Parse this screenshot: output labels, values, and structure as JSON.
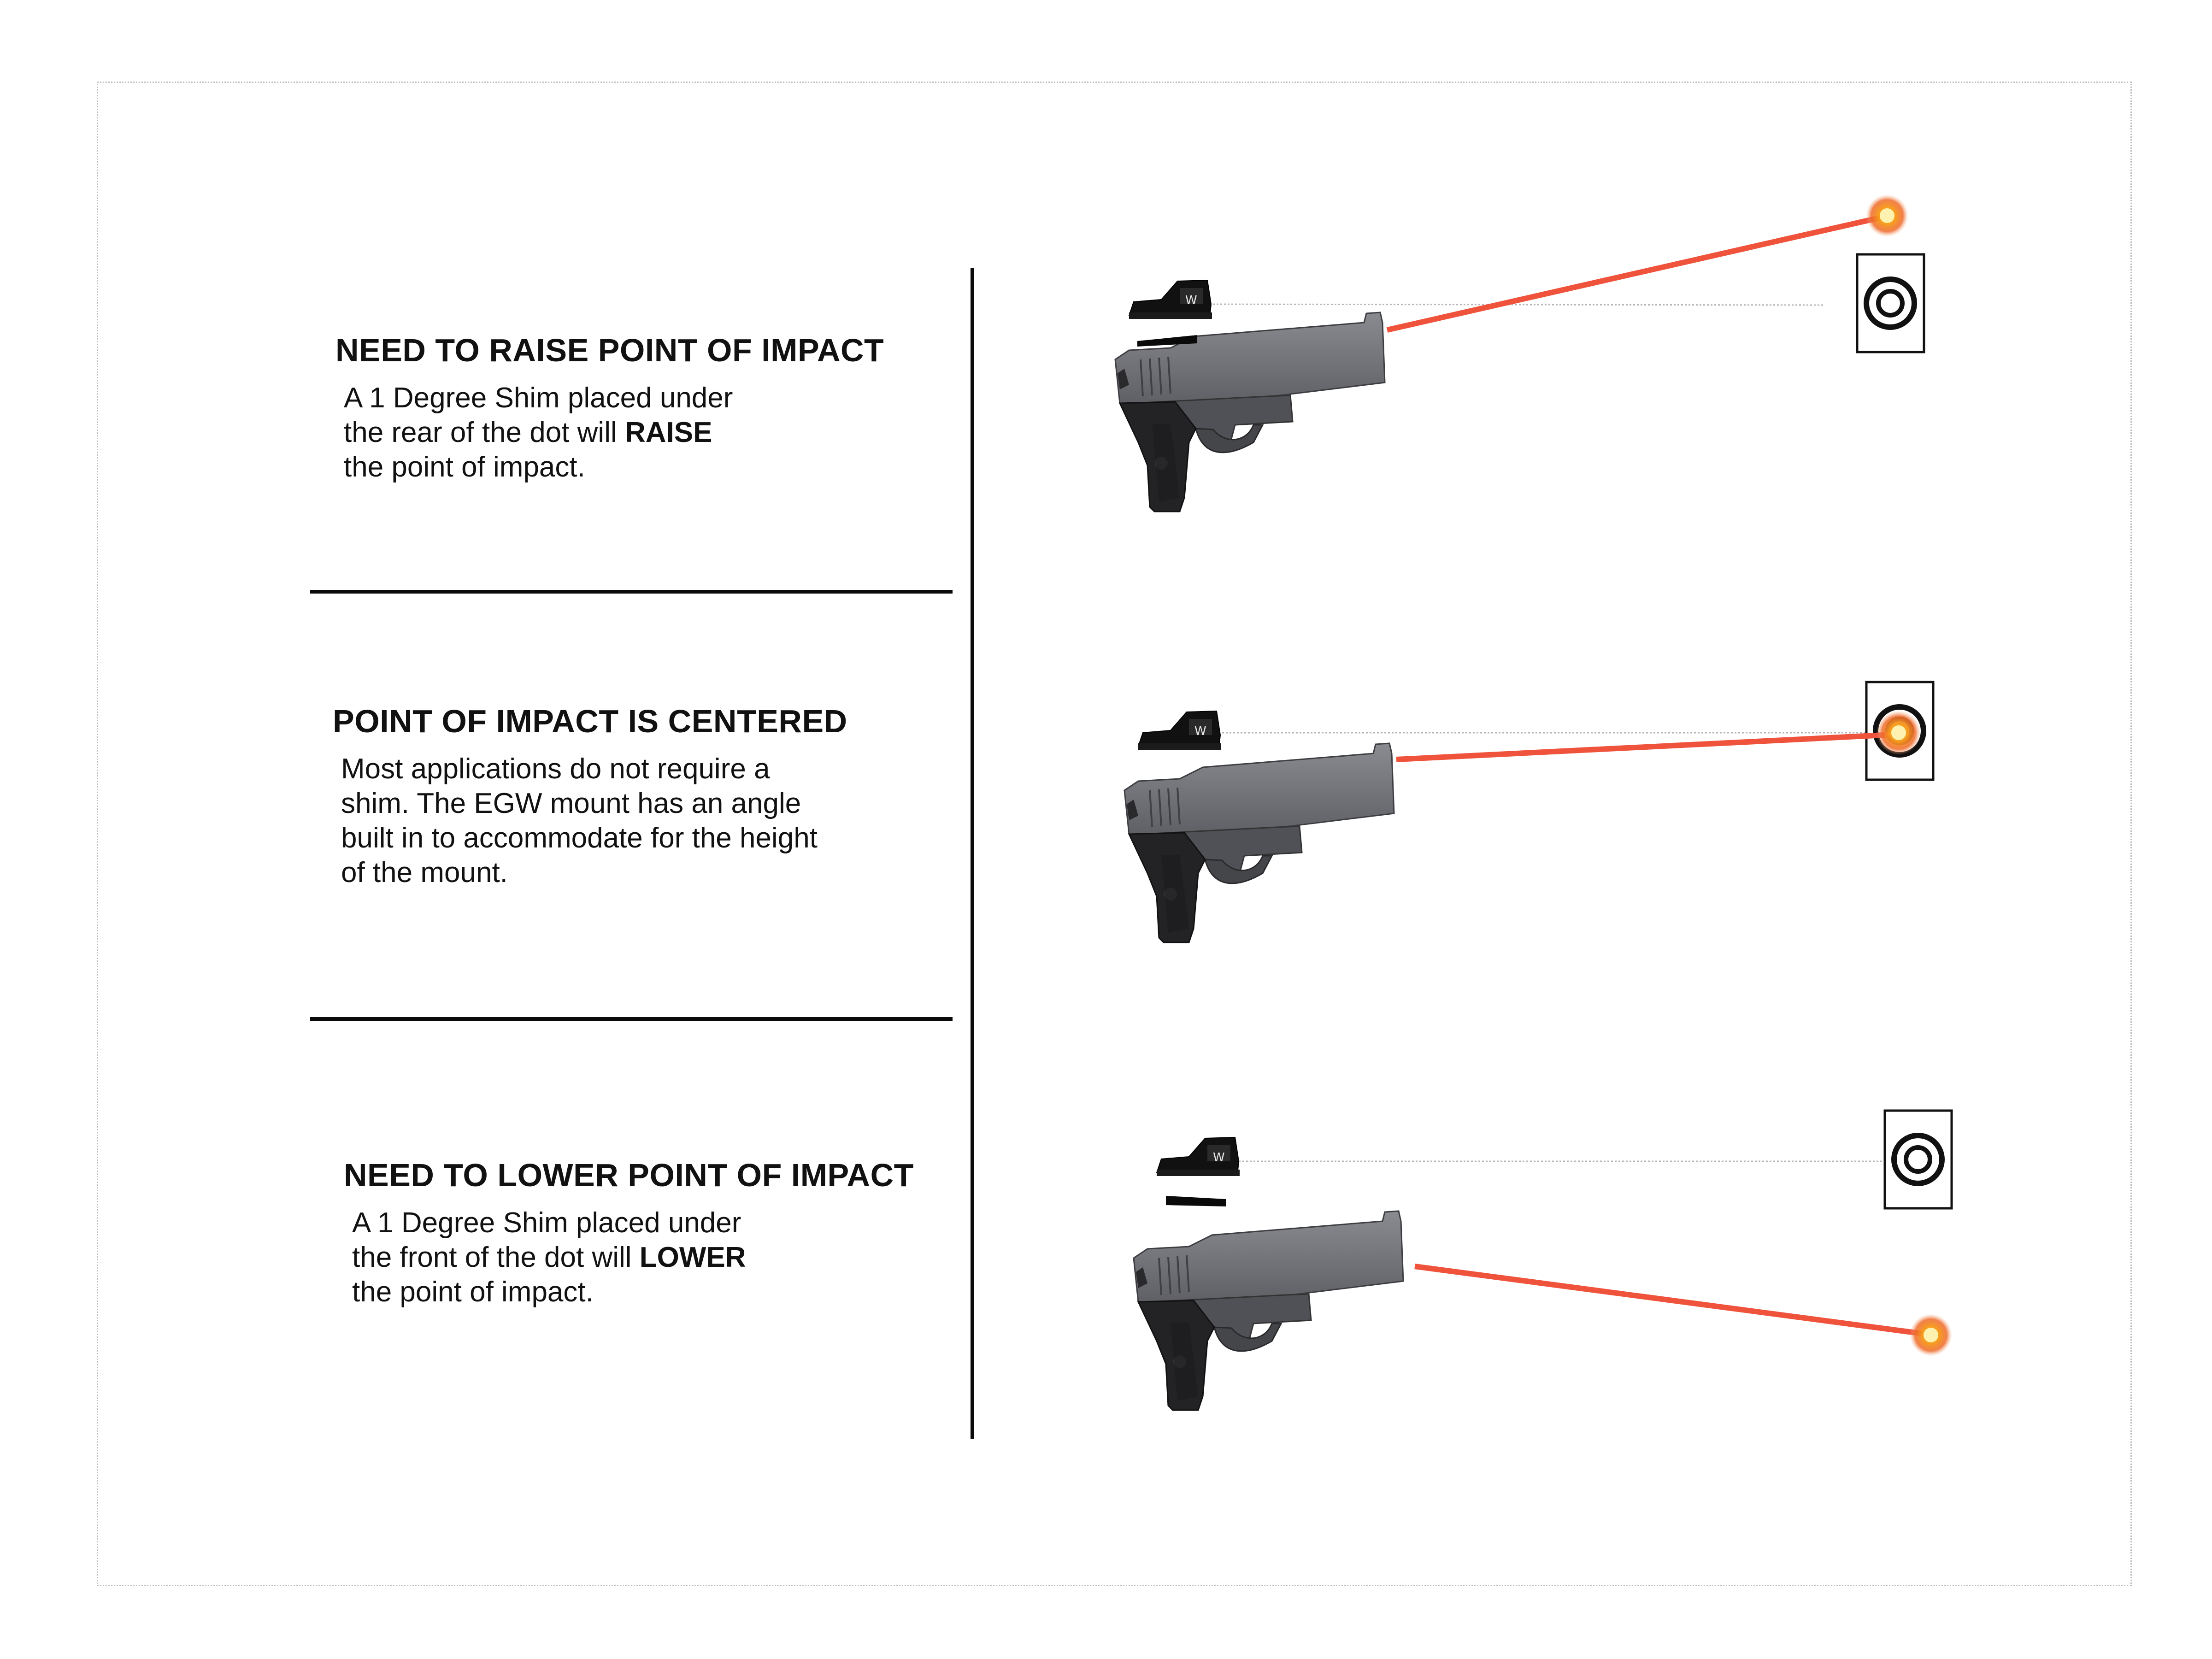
{
  "sections": [
    {
      "title": "NEED TO RAISE POINT OF IMPACT",
      "line1": "A 1 Degree Shim placed under",
      "line2_pre": "the rear of the dot will ",
      "line2_bold": "RAISE",
      "line3": "the point of impact."
    },
    {
      "title": "POINT OF IMPACT IS CENTERED",
      "line1": "Most applications do not require a",
      "line2": "shim. The EGW mount has an angle",
      "line3": "built in to accommodate for the height",
      "line4": "of the mount."
    },
    {
      "title": "NEED TO LOWER POINT OF IMPACT",
      "line1": "A 1 Degree Shim placed under",
      "line2_pre": "the front of the dot will ",
      "line2_bold": "LOWER",
      "line3": "the point of impact."
    }
  ],
  "colors": {
    "laser": "#f0533c",
    "impact_core": "#f7a21b",
    "gun_slide": "#6e6f73",
    "gun_frame": "#4b4c50",
    "grip": "#1c1c1f",
    "target_ring": "#111111",
    "sight_line": "#b5b5b5"
  },
  "icons": [
    "pistol-icon",
    "red-dot-sight-icon",
    "shim-icon",
    "target-icon",
    "laser-beam",
    "impact-flash-icon"
  ]
}
